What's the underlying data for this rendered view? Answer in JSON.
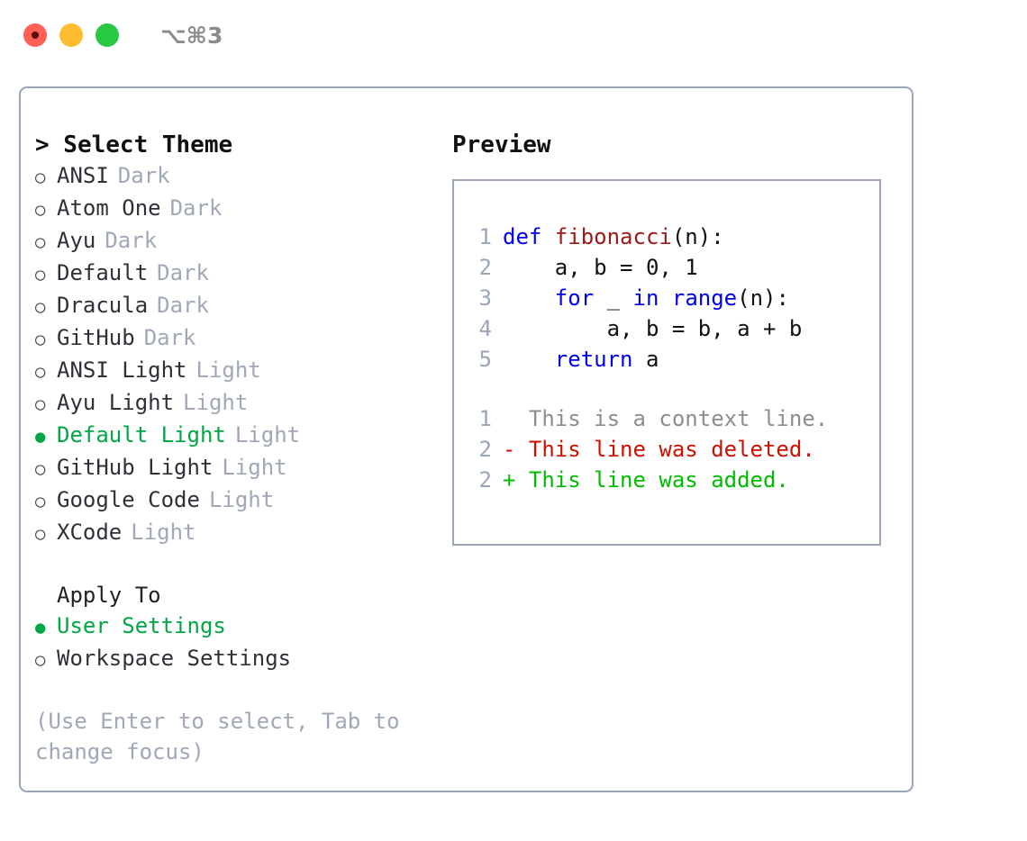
{
  "titlebar": {
    "shortcut": "⌥⌘3",
    "dots": [
      {
        "name": "close",
        "color": "#ff5f57"
      },
      {
        "name": "minimize",
        "color": "#febc2e"
      },
      {
        "name": "maximize",
        "color": "#28c840"
      }
    ]
  },
  "theme_list": {
    "title": "> Select Theme",
    "items": [
      {
        "marker": "○",
        "label": "ANSI",
        "tag": "Dark",
        "selected": false
      },
      {
        "marker": "○",
        "label": "Atom One",
        "tag": "Dark",
        "selected": false
      },
      {
        "marker": "○",
        "label": "Ayu",
        "tag": "Dark",
        "selected": false
      },
      {
        "marker": "○",
        "label": "Default",
        "tag": "Dark",
        "selected": false
      },
      {
        "marker": "○",
        "label": "Dracula",
        "tag": "Dark",
        "selected": false
      },
      {
        "marker": "○",
        "label": "GitHub",
        "tag": "Dark",
        "selected": false
      },
      {
        "marker": "○",
        "label": "ANSI Light",
        "tag": "Light",
        "selected": false
      },
      {
        "marker": "○",
        "label": "Ayu Light",
        "tag": "Light",
        "selected": false
      },
      {
        "marker": "●",
        "label": "Default Light",
        "tag": "Light",
        "selected": true
      },
      {
        "marker": "○",
        "label": "GitHub Light",
        "tag": "Light",
        "selected": false
      },
      {
        "marker": "○",
        "label": "Google Code",
        "tag": "Light",
        "selected": false
      },
      {
        "marker": "○",
        "label": "XCode",
        "tag": "Light",
        "selected": false
      }
    ]
  },
  "apply_to": {
    "heading": "Apply To",
    "items": [
      {
        "marker": "●",
        "label": "User Settings",
        "selected": true
      },
      {
        "marker": "○",
        "label": "Workspace Settings",
        "selected": false
      }
    ]
  },
  "hint": "(Use Enter to select, Tab to change focus)",
  "preview": {
    "title": "Preview",
    "code_lines": [
      {
        "no": "1",
        "tokens": [
          {
            "t": "def ",
            "c": "kw"
          },
          {
            "t": "fibonacci",
            "c": "fn"
          },
          {
            "t": "(n):",
            "c": "pl"
          }
        ]
      },
      {
        "no": "2",
        "tokens": [
          {
            "t": "    a, b = 0, 1",
            "c": "pl"
          }
        ]
      },
      {
        "no": "3",
        "tokens": [
          {
            "t": "    ",
            "c": "pl"
          },
          {
            "t": "for",
            "c": "kw"
          },
          {
            "t": " _ ",
            "c": "pl"
          },
          {
            "t": "in",
            "c": "kw"
          },
          {
            "t": " ",
            "c": "pl"
          },
          {
            "t": "range",
            "c": "kw"
          },
          {
            "t": "(n):",
            "c": "pl"
          }
        ]
      },
      {
        "no": "4",
        "tokens": [
          {
            "t": "        a, b = b, a + b",
            "c": "pl"
          }
        ]
      },
      {
        "no": "5",
        "tokens": [
          {
            "t": "    ",
            "c": "pl"
          },
          {
            "t": "return",
            "c": "kw"
          },
          {
            "t": " a",
            "c": "pl"
          }
        ]
      }
    ],
    "diff_lines": [
      {
        "no": "1",
        "text": "  This is a context line.",
        "kind": "ctx"
      },
      {
        "no": "2",
        "text": "- This line was deleted.",
        "kind": "del"
      },
      {
        "no": "2",
        "text": "+ This line was added.",
        "kind": "add"
      }
    ]
  },
  "colors": {
    "accent_green": "#00a843",
    "muted": "#a0a8b8",
    "border": "#9aa5b5",
    "keyword_blue": "#0000ee",
    "function_red": "#a01818",
    "diff_add": "#00bb00",
    "diff_del": "#cc1100"
  }
}
